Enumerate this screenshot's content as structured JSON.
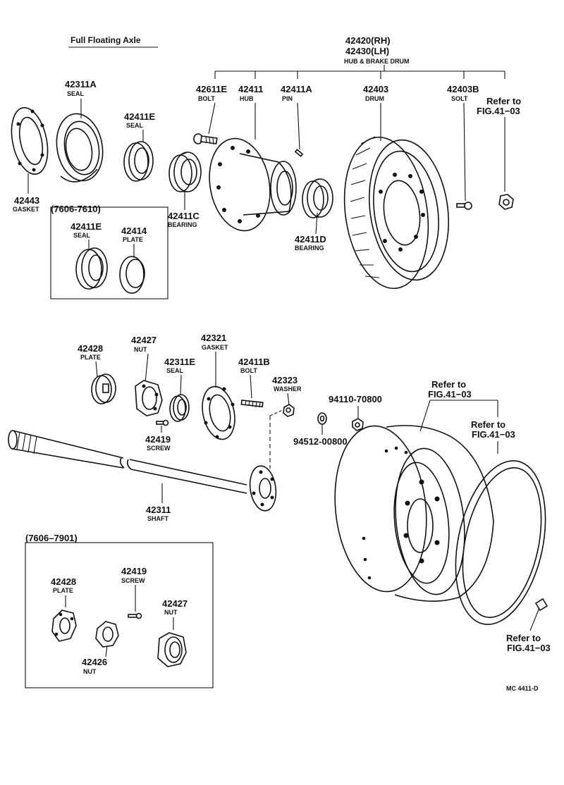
{
  "title": "Full Floating Axle",
  "footer_code": "MC 4411-D",
  "groups": {
    "g1": "(7606-7610)",
    "g2": "(7606–7901)"
  },
  "parts": {
    "hub_drum": {
      "pn_rh": "42420(RH)",
      "pn_lh": "42430(LH)",
      "name": "HUB & BRAKE DRUM"
    },
    "bolt_42611E": {
      "pn": "42611E",
      "name": "BOLT"
    },
    "hub_42411": {
      "pn": "42411",
      "name": "HUB"
    },
    "pin_42411A": {
      "pn": "42411A",
      "name": "PIN"
    },
    "drum_42403": {
      "pn": "42403",
      "name": "DRUM"
    },
    "bolt_42403B": {
      "pn": "42403B",
      "name": "SOLT"
    },
    "seal_42311A": {
      "pn": "42311A",
      "name": "SEAL"
    },
    "seal_42411E": {
      "pn": "42411E",
      "name": "SEAL"
    },
    "gasket_42443": {
      "pn": "42443",
      "name": "GASKET"
    },
    "bearing_42411C": {
      "pn": "42411C",
      "name": "BEARING"
    },
    "bearing_42411D": {
      "pn": "42411D",
      "name": "BEARING"
    },
    "seal_42411E_g": {
      "pn": "42411E",
      "name": "SEAL"
    },
    "plate_42414": {
      "pn": "42414",
      "name": "PLATE"
    },
    "plate_42428": {
      "pn": "42428",
      "name": "PLATE"
    },
    "nut_42427": {
      "pn": "42427",
      "name": "NUT"
    },
    "seal_42311E": {
      "pn": "42311E",
      "name": "SEAL"
    },
    "gasket_42321": {
      "pn": "42321",
      "name": "GASKET"
    },
    "bolt_42411B": {
      "pn": "42411B",
      "name": "BOLT"
    },
    "washer_42323": {
      "pn": "42323",
      "name": "WASHER"
    },
    "screw_42419": {
      "pn": "42419",
      "name": "SCREW"
    },
    "shaft_42311": {
      "pn": "42311",
      "name": "SHAFT"
    },
    "p94110": {
      "pn": "94110-70800"
    },
    "p94512": {
      "pn": "94512-00800"
    },
    "plate_42428_g": {
      "pn": "42428",
      "name": "PLATE"
    },
    "screw_42419_g": {
      "pn": "42419",
      "name": "SCREW"
    },
    "nut_42427_g": {
      "pn": "42427",
      "name": "NUT"
    },
    "nut_42426_g": {
      "pn": "42426",
      "name": "NUT"
    }
  },
  "refs": {
    "refer_to": "Refer to",
    "fig": "FIG.41−03",
    "fig_b": "FIG.41−03"
  }
}
